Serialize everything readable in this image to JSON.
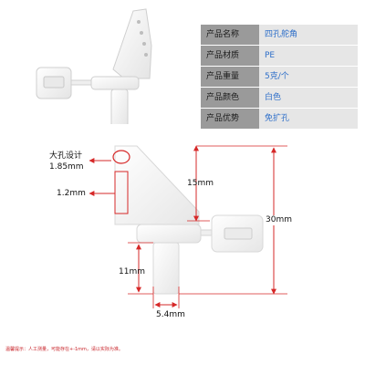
{
  "specs": [
    {
      "key": "产品名称",
      "value": "四孔舵角"
    },
    {
      "key": "产品材质",
      "value": "PE"
    },
    {
      "key": "产品重量",
      "value": "5克/个"
    },
    {
      "key": "产品颜色",
      "value": "白色"
    },
    {
      "key": "产品优势",
      "value": "免扩孔"
    }
  ],
  "dimensions": {
    "hole_title": "大孔设计",
    "hole_diameter": "1.85mm",
    "thickness": "1.2mm",
    "horn_height": "15mm",
    "total_height": "30mm",
    "shank_height": "11mm",
    "shank_width": "5.4mm"
  },
  "footer": {
    "note": "温馨提示：人工测量，可能存在+-1mm，请以实际为准。"
  },
  "colors": {
    "annotation": "#d62828",
    "table_key_bg": "#9a9a9a",
    "table_value_bg": "#e6e6e6",
    "table_value_text": "#2e6fc9",
    "part": "#f7f7f7"
  }
}
